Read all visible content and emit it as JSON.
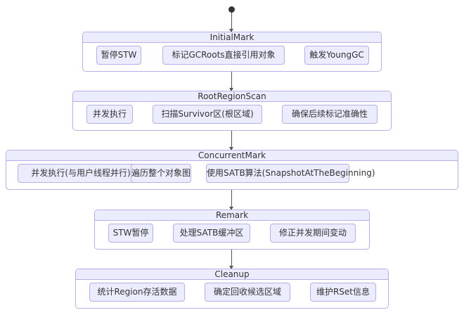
{
  "diagram": {
    "type": "state-diagram",
    "start_node": "start",
    "states": [
      {
        "name": "InitialMark",
        "substates": [
          "暂停STW",
          "标记GCRoots直接引用对象",
          "触发YoungGC"
        ]
      },
      {
        "name": "RootRegionScan",
        "substates": [
          "并发执行",
          "扫描Survivor区(根区域)",
          "确保后续标记准确性"
        ]
      },
      {
        "name": "ConcurrentMark",
        "substates": [
          "并发执行(与用户线程并行)",
          "遍历整个对象图",
          "使用SATB算法(SnapshotAtTheBeginning)"
        ]
      },
      {
        "name": "Remark",
        "substates": [
          "STW暂停",
          "处理SATB缓冲区",
          "修正并发期间变动"
        ]
      },
      {
        "name": "Cleanup",
        "substates": [
          "统计Region存活数据",
          "确定回收候选区域",
          "维护RSet信息"
        ]
      }
    ],
    "transitions": [
      [
        "start",
        "InitialMark"
      ],
      [
        "InitialMark",
        "RootRegionScan"
      ],
      [
        "RootRegionScan",
        "ConcurrentMark"
      ],
      [
        "ConcurrentMark",
        "Remark"
      ],
      [
        "Remark",
        "Cleanup"
      ]
    ],
    "colors": {
      "fill": "#ececff",
      "border": "#b7aee6",
      "text": "#333333",
      "edge": "#555555"
    }
  }
}
